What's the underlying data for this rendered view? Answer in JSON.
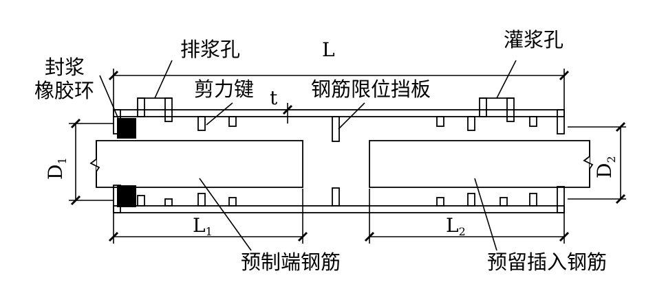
{
  "labels": {
    "drain_hole": "排浆孔",
    "total_length": "L",
    "grout_hole": "灌浆孔",
    "seal_line1": "封浆",
    "seal_line2": "橡胶环",
    "shear_key": "剪力键",
    "thickness": "t",
    "rebar_stop": "钢筋限位挡板",
    "d1_main": "D",
    "d1_sub": "1",
    "d2_main": "D",
    "d2_sub": "2",
    "l1_main": "L",
    "l1_sub": "1",
    "l2_main": "L",
    "l2_sub": "2",
    "precast_rebar": "预制端钢筋",
    "inserted_rebar": "预留插入钢筋"
  }
}
